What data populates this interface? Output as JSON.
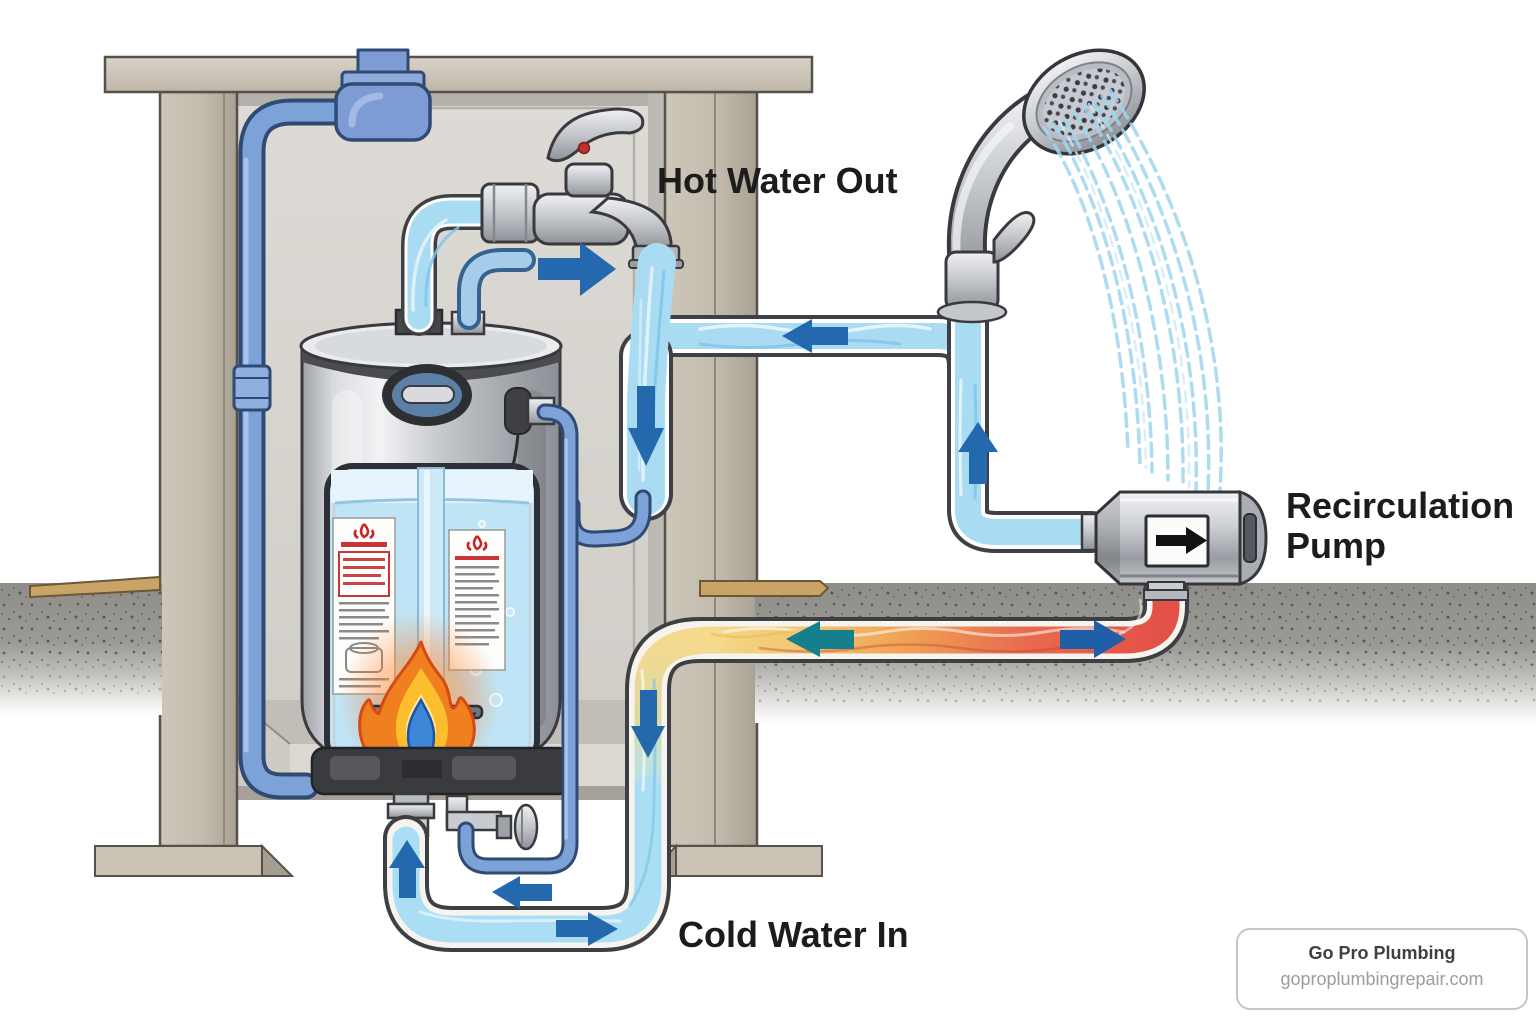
{
  "labels": {
    "hot_water_out": "Hot Water Out",
    "recirculation_pump": "Recirculation Pump",
    "cold_water_in": "Cold Water In"
  },
  "branding": {
    "company": "Go Pro Plumbing",
    "website": "goproplumbingrepair.com"
  },
  "colors": {
    "hot_flow": "#e25048",
    "warm_flow": "#f2c56e",
    "cold_flow": "#aadef4",
    "pipe_blue": "#7da2d8",
    "arrow_blue": "#2468ad",
    "arrow_teal": "#157f8d",
    "pump_panel_arrow": "#111111",
    "flame_orange": "#f07f1f",
    "flame_blue": "#3f86d6",
    "ground": "#8e8d89",
    "closet_frame": "#c7c0b3",
    "label_text": "#1c1c1c"
  },
  "components": [
    {
      "name": "utility-closet"
    },
    {
      "name": "water-heater-tank"
    },
    {
      "name": "burner-flame"
    },
    {
      "name": "hot-water-faucet"
    },
    {
      "name": "hot-water-stream"
    },
    {
      "name": "shower-head"
    },
    {
      "name": "recirculation-pump",
      "panel_arrow": "right"
    },
    {
      "name": "hot-return-pipe"
    },
    {
      "name": "cold-water-loop"
    },
    {
      "name": "ground-line"
    }
  ],
  "flow_arrows": [
    {
      "location": "below-faucet",
      "direction": "right"
    },
    {
      "location": "hot-water-stream",
      "direction": "down"
    },
    {
      "location": "shower-supply-pipe",
      "direction": "left"
    },
    {
      "location": "pump-riser-pipe",
      "direction": "up"
    },
    {
      "location": "pump-panel",
      "direction": "right"
    },
    {
      "location": "return-pipe-warm",
      "direction": "left"
    },
    {
      "location": "return-pipe-hot",
      "direction": "right"
    },
    {
      "location": "return-downpipe",
      "direction": "down"
    },
    {
      "location": "heater-inlet",
      "direction": "up"
    },
    {
      "location": "cold-loop-inner",
      "direction": "left"
    },
    {
      "location": "cold-loop-bottom",
      "direction": "right"
    }
  ]
}
